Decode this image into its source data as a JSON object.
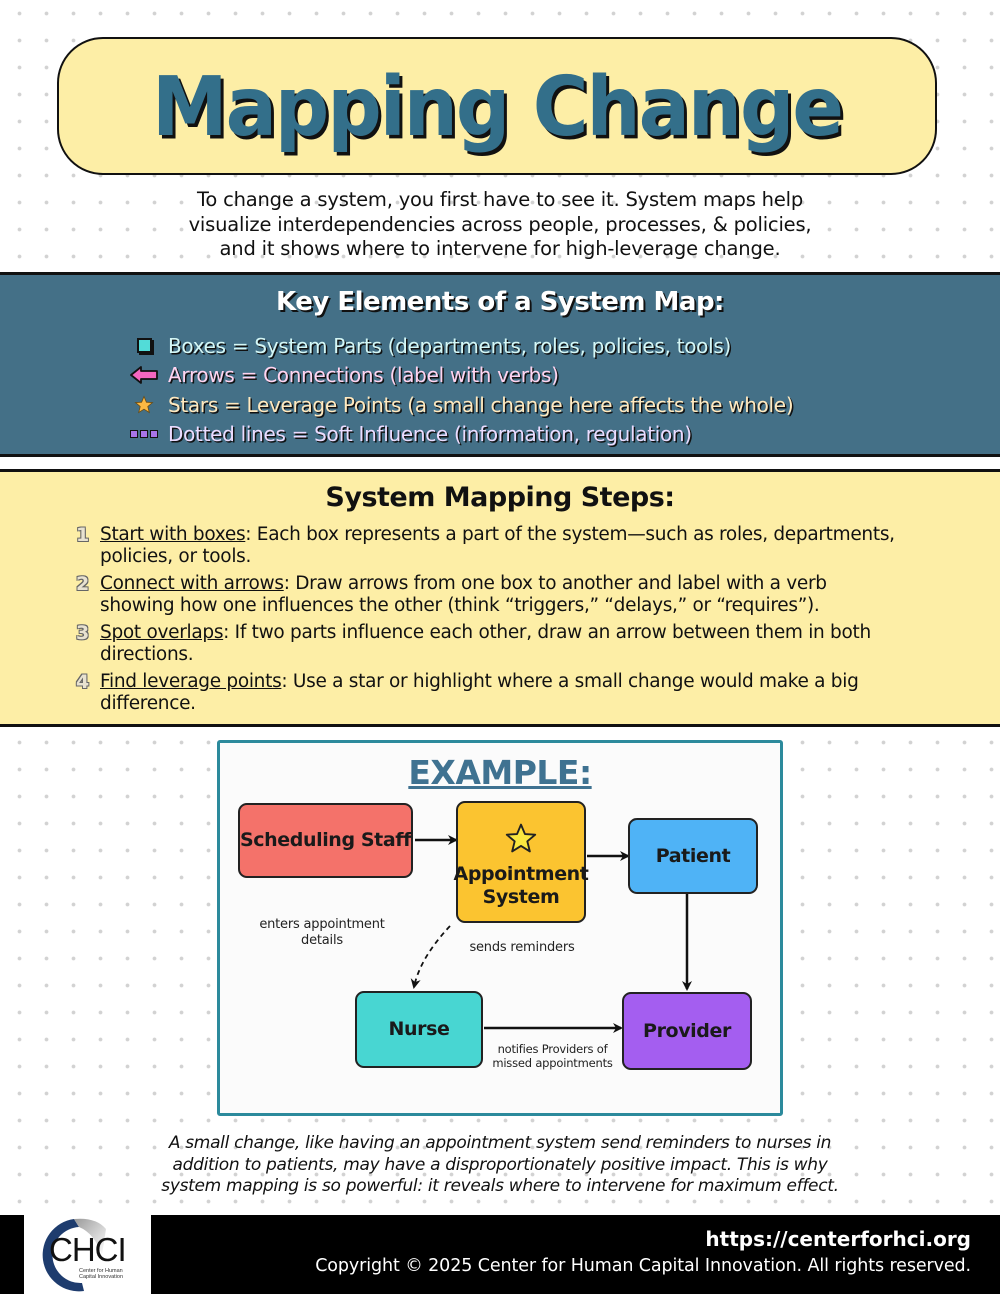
{
  "header": {
    "title": "Mapping Change",
    "intro_lines": [
      "To change a system, you first have to see it. System maps help",
      "visualize interdependencies across people, processes, & policies,",
      "and it shows where to intervene for high-leverage change."
    ]
  },
  "key_elements": {
    "title": "Key Elements of a System Map:",
    "items": [
      {
        "icon": "box-icon",
        "label": "Boxes = System Parts (departments, roles, policies, tools)",
        "color": "#d4f7f6"
      },
      {
        "icon": "arrow-left-icon",
        "label": "Arrows = Connections (label with verbs)",
        "color": "#ffd4f0"
      },
      {
        "icon": "star-icon",
        "label": "Stars = Leverage Points (a small change here affects the whole)",
        "color": "#ffe9bf"
      },
      {
        "icon": "dotted-line-icon",
        "label": "Dotted lines = Soft Influence (information, regulation)",
        "color": "#ebdcff"
      }
    ]
  },
  "steps": {
    "title": "System Mapping Steps:",
    "items": [
      {
        "num": "1",
        "head": "Start with boxes",
        "text": ": Each box represents a part of the system—such as roles, departments, policies, or tools."
      },
      {
        "num": "2",
        "head": "Connect with arrows",
        "text": ": Draw arrows from one box to another and label with a verb showing how one influences the other (think “triggers,” “delays,” or “requires”)."
      },
      {
        "num": "3",
        "head": "Spot overlaps",
        "text": ": If two parts influence each other, draw an arrow between them in both directions."
      },
      {
        "num": "4",
        "head": "Find leverage points",
        "text": ": Use a star or highlight where a small change would make a big difference."
      }
    ]
  },
  "example": {
    "title": "EXAMPLE:",
    "nodes": {
      "scheduling": {
        "label": "Scheduling Staff",
        "color": "#f4726a"
      },
      "appointment": {
        "label_1": "Appointment",
        "label_2": "System",
        "color": "#fbc430",
        "starred": true
      },
      "patient": {
        "label": "Patient",
        "color": "#4fb3f6"
      },
      "nurse": {
        "label": "Nurse",
        "color": "#48d6d2"
      },
      "provider": {
        "label": "Provider",
        "color": "#a45ef0"
      }
    },
    "edge_labels": {
      "enters_1": "enters appointment",
      "enters_2": "details",
      "sends": "sends reminders",
      "notifies_1": "notifies Providers of",
      "notifies_2": "missed appointments"
    }
  },
  "caption_lines": [
    "A small change, like having an appointment system send reminders to nurses in",
    "addition to patients, may have a disproportionately positive impact. This is why",
    "system mapping is so powerful: it reveals where to intervene for maximum effect."
  ],
  "footer": {
    "logo_text": "CHCI",
    "logo_sub_1": "Center for Human",
    "logo_sub_2": "Capital Innovation",
    "url": "https://centerforhci.org",
    "copyright": "Copyright © 2025 Center for Human Capital Innovation. All rights reserved."
  }
}
